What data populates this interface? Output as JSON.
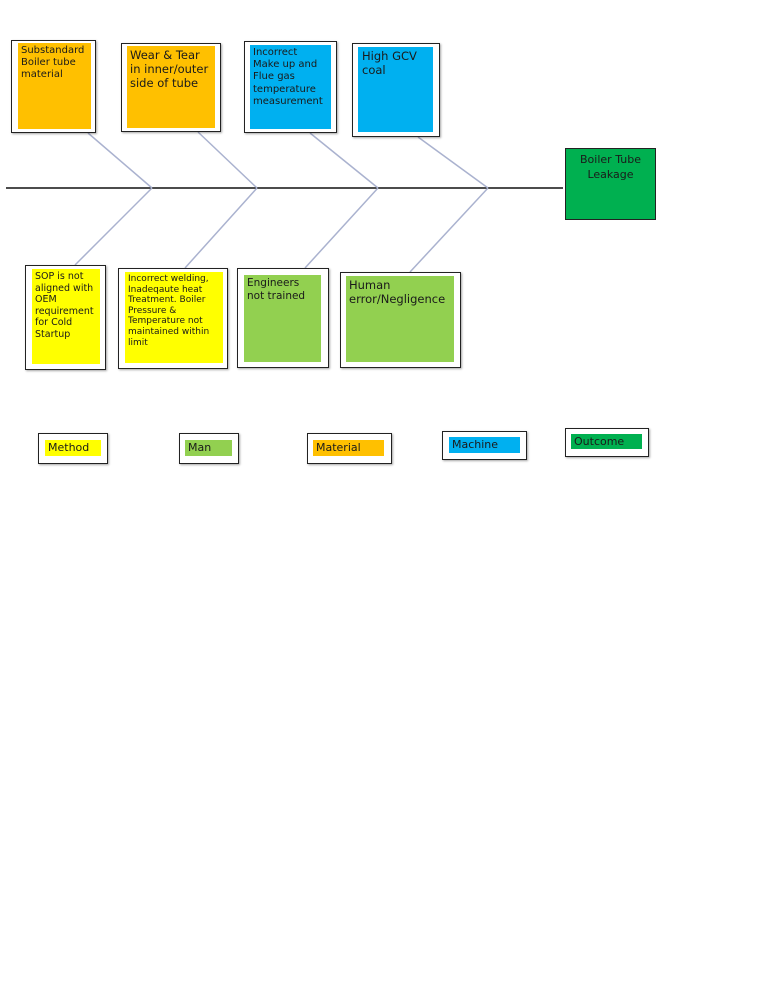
{
  "outcome": {
    "label": "Boiler Tube\nLeakage",
    "color": "#00b050"
  },
  "causes": {
    "material_1": "Substandard\nBoiler tube\nmaterial",
    "material_2": "Wear & Tear\nin inner/outer\nside of tube",
    "machine_1": "Incorrect\nMake up and\nFlue gas\ntemperature\nmeasurement",
    "machine_2": "High GCV\ncoal",
    "method_1": "SOP is not\naligned with\nOEM\nrequirement\nfor Cold\nStartup",
    "method_2": "Incorrect welding,\nInadeqaute heat\nTreatment. Boiler\nPressure &\nTemperature not\nmaintained within\nlimit",
    "man_1": "Engineers\nnot trained",
    "man_2": "Human\nerror/Negligence"
  },
  "legend": {
    "method": "Method",
    "man": "Man",
    "material": "Material",
    "machine": "Machine",
    "outcome": "Outcome"
  },
  "colors": {
    "method": "#ffff00",
    "man": "#92d050",
    "material": "#ffc000",
    "machine": "#00b0f0",
    "outcome": "#00b050",
    "bone_line": "#b8bfd6",
    "spine": "#111111"
  }
}
